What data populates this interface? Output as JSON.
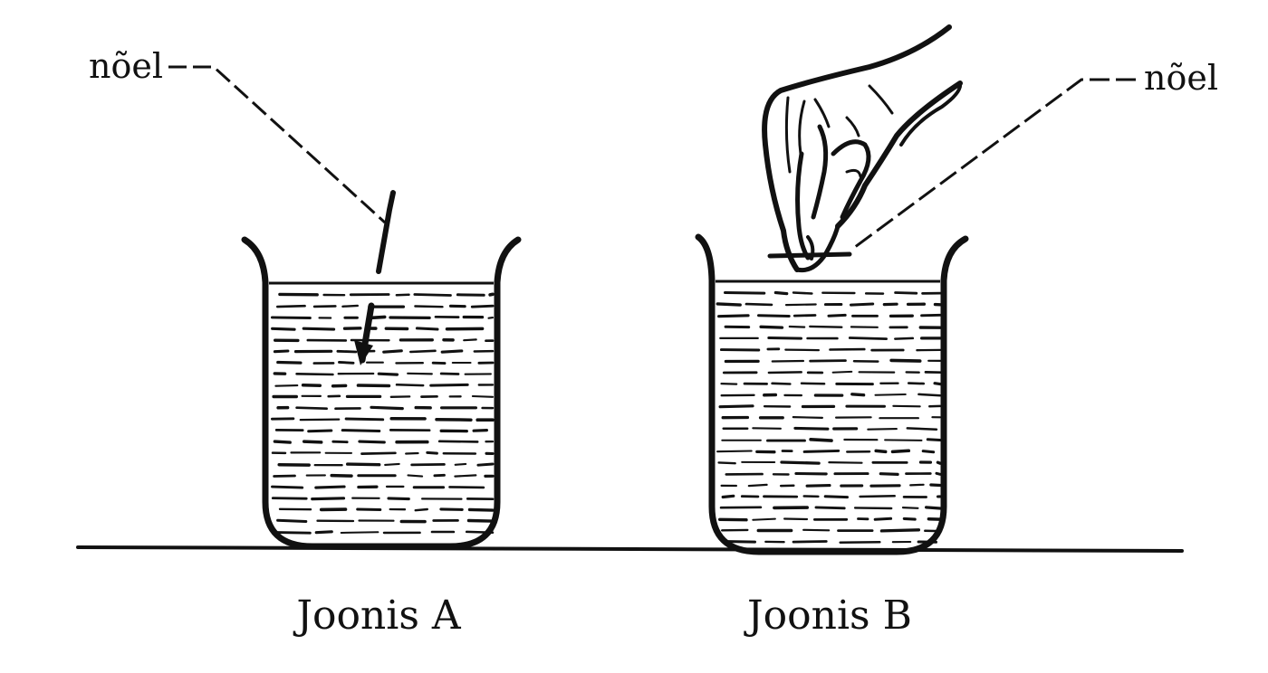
{
  "figure_a": {
    "needle_label": "nõel",
    "caption": "Joonis A"
  },
  "figure_b": {
    "needle_label": "nõel",
    "caption": "Joonis B"
  },
  "colors": {
    "ink": "#111111",
    "background": "#ffffff"
  }
}
